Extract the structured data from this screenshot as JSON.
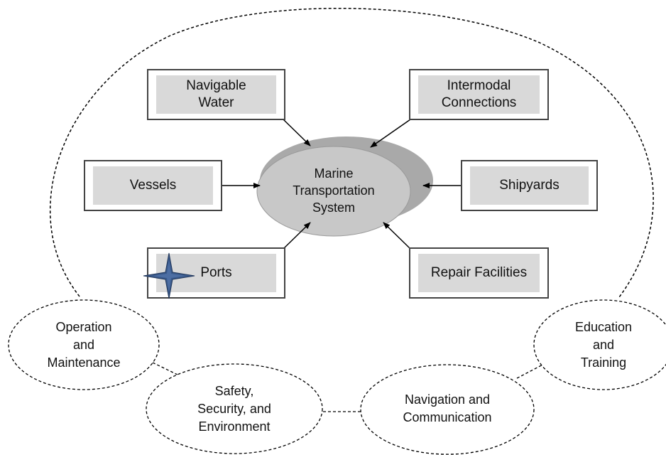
{
  "center": {
    "label": "Marine\nTransportation\nSystem"
  },
  "components": {
    "navigable_water": "Navigable\nWater",
    "intermodal_connections": "Intermodal\nConnections",
    "vessels": "Vessels",
    "shipyards": "Shipyards",
    "ports": "Ports",
    "repair_facilities": "Repair Facilities"
  },
  "functions": {
    "operation_maintenance": "Operation\nand\nMaintenance",
    "safety_security_environment": "Safety,\nSecurity, and\nEnvironment",
    "navigation_communication": "Navigation and\nCommunication",
    "education_training": "Education\nand\nTraining"
  },
  "colors": {
    "box_fill": "#d9d9d9",
    "ellipse_fill": "#c8c8c8",
    "star": "#3a5a8c",
    "line": "#000000"
  },
  "icons": {
    "marker": "four-point-star-icon"
  }
}
